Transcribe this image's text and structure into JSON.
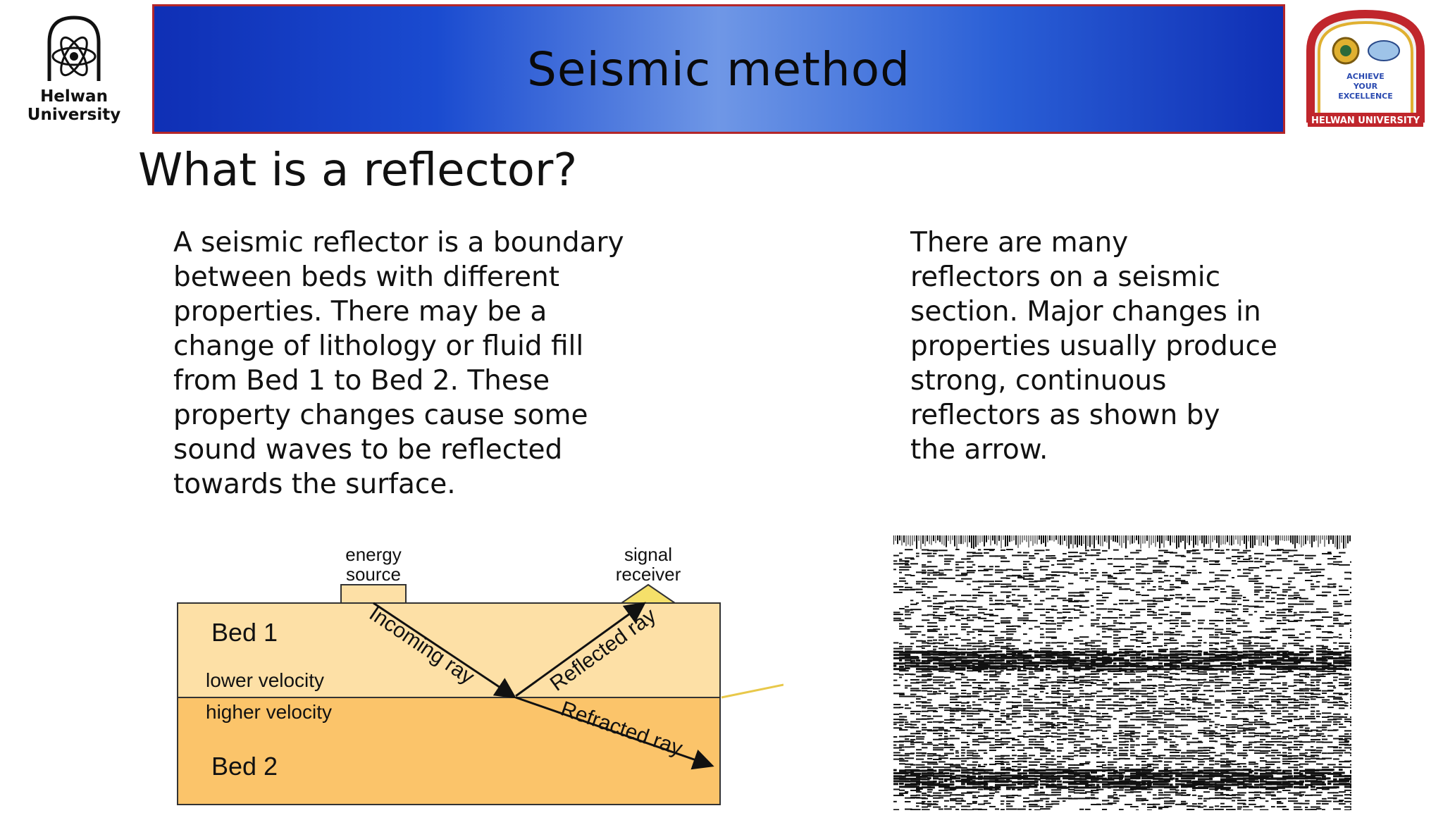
{
  "header": {
    "title": "Seismic method"
  },
  "logos": {
    "left": {
      "lines": [
        "Helwan",
        "University"
      ]
    },
    "right": {
      "lines": [
        "ACHIEVE",
        "YOUR",
        "EXCELLENCE",
        "HELWAN UNIVERSITY"
      ]
    }
  },
  "content": {
    "heading": "What is a reflector?",
    "left_paragraph": "A seismic reflector is a boundary\nbetween beds with different\nproperties.  There may be a\nchange of lithology or fluid fill\nfrom Bed 1 to Bed 2.  These\nproperty changes cause some\nsound waves to be reflected\ntowards the surface.",
    "right_paragraph": "There are many\nreflectors on a seismic\nsection.  Major changes in\nproperties usually produce\nstrong, continuous\nreflectors as shown by\nthe arrow."
  },
  "diagram": {
    "source_label_1": "energy",
    "source_label_2": "source",
    "receiver_label_1": "signal",
    "receiver_label_2": "receiver",
    "bed1_label": "Bed 1",
    "bed1_velocity": "lower velocity",
    "bed2_velocity": "higher velocity",
    "bed2_label": "Bed 2",
    "incoming_ray": "Incoming ray",
    "reflected_ray": "Reflected ray",
    "refracted_ray": "Refracted ray"
  },
  "colors": {
    "banner_border": "#b3262a",
    "bed1_fill": "#fde0a6",
    "bed2_fill": "#fbc46a",
    "arrow_yellow": "#e8c84a"
  }
}
